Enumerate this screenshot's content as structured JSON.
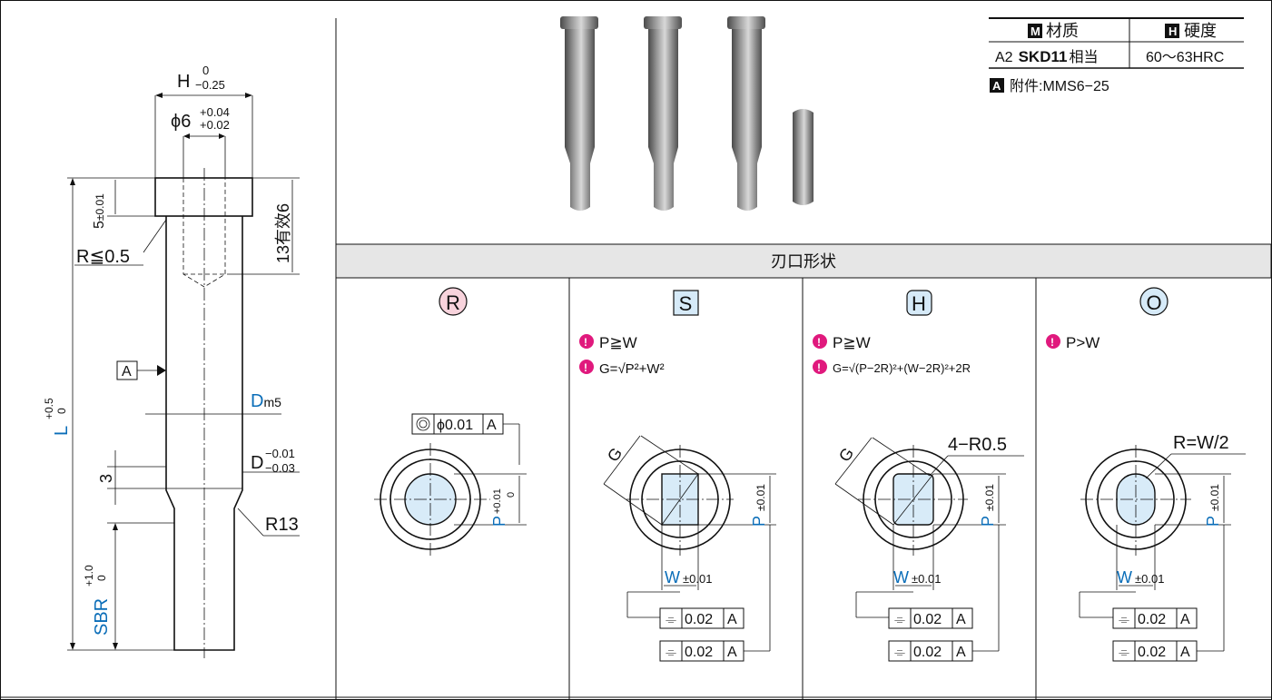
{
  "side_view": {
    "head_width": "H",
    "head_width_upper": "0",
    "head_width_lower": "−0.25",
    "bore_dia": "ϕ6",
    "bore_upper": "+0.04",
    "bore_lower": "+0.02",
    "head_height": "5",
    "head_height_tol": "±0.01",
    "corner_radius": "R≦0.5",
    "effective_depth": "13有效6",
    "datum": "A",
    "length": "L",
    "length_upper": "+0.5",
    "length_lower": "0",
    "shank_dia": "D",
    "shank_dia_class": "m5",
    "tip_dia": "D",
    "tip_upper": "−0.01",
    "tip_lower": "−0.03",
    "step": "3",
    "fillet": "R13",
    "blade_len": "SBR",
    "blade_upper": "+1.0",
    "blade_lower": "0"
  },
  "spec": {
    "material_badge": "M",
    "material_header": "材质",
    "hardness_badge": "H",
    "hardness_header": "硬度",
    "material_code": "A2",
    "material_grade": "SKD11",
    "material_suffix": "相当",
    "hardness_value": "60～63HRC",
    "accessory_badge": "A",
    "accessory_text": "附件:MMS6−25"
  },
  "section_title": "刃口形状",
  "shapes": [
    {
      "code": "R",
      "condition": "",
      "formula": ""
    },
    {
      "code": "S",
      "condition": "P≧W",
      "formula_prefix": "G=",
      "formula_rad": "P²+W²",
      "formula_suffix": ""
    },
    {
      "code": "H",
      "condition": "P≧W",
      "formula_prefix": "G=",
      "formula_rad": "(P−2R)²+(W−2R)²",
      "formula_suffix": "+2R"
    },
    {
      "code": "O",
      "condition": "P>W",
      "formula": ""
    }
  ],
  "labels": {
    "concentric_tol": "ϕ0.01",
    "datum": "A",
    "p_dim": "P",
    "p_upper": "+0.01",
    "p_lower": "0",
    "p_tol": "±0.01",
    "w_dim": "W",
    "w_tol": "±0.01",
    "g_dim": "G",
    "corner_r": "4−R0.5",
    "round_r": "R=W/2",
    "sym_tol": "0.02",
    "sym_symbol": "⌯"
  },
  "colors": {
    "blue": "#0a6db8",
    "pink_badge": "#f8d3dc",
    "blue_badge": "#d6eaf8",
    "alert": "#e0197d",
    "section_bg": "#e6e6e6"
  }
}
